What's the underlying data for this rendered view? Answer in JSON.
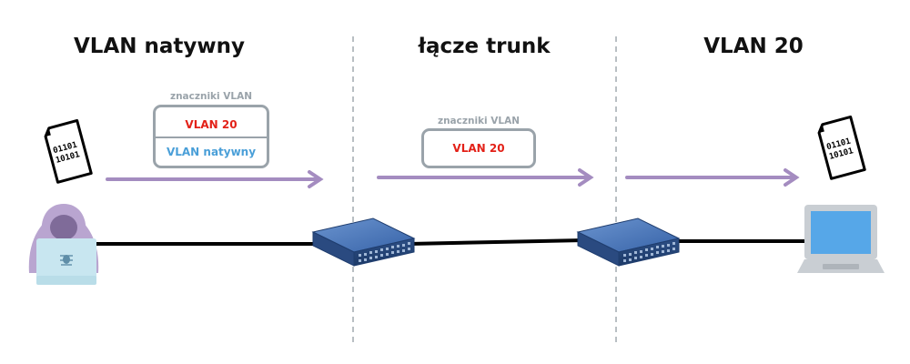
{
  "sections": [
    {
      "title": "VLAN natywny"
    },
    {
      "title": "łącze trunk"
    },
    {
      "title": "VLAN 20"
    }
  ],
  "tags_left": {
    "caption": "znaczniki VLAN",
    "top_label": "VLAN 20",
    "bottom_label": "VLAN natywny"
  },
  "tags_middle": {
    "caption": "znaczniki VLAN",
    "label": "VLAN 20"
  },
  "file_icon_text": {
    "line1": "01101",
    "line2": "10101"
  },
  "colors": {
    "vlan20": "#e32118",
    "native": "#4a9fd8",
    "arrow": "#a48cc0",
    "tag_border": "#9aa3aa",
    "divider": "#b9bfc3",
    "attacker": "#b9a5d0",
    "switch": "#3a6fb8",
    "laptop_screen": "#56a7e8"
  }
}
